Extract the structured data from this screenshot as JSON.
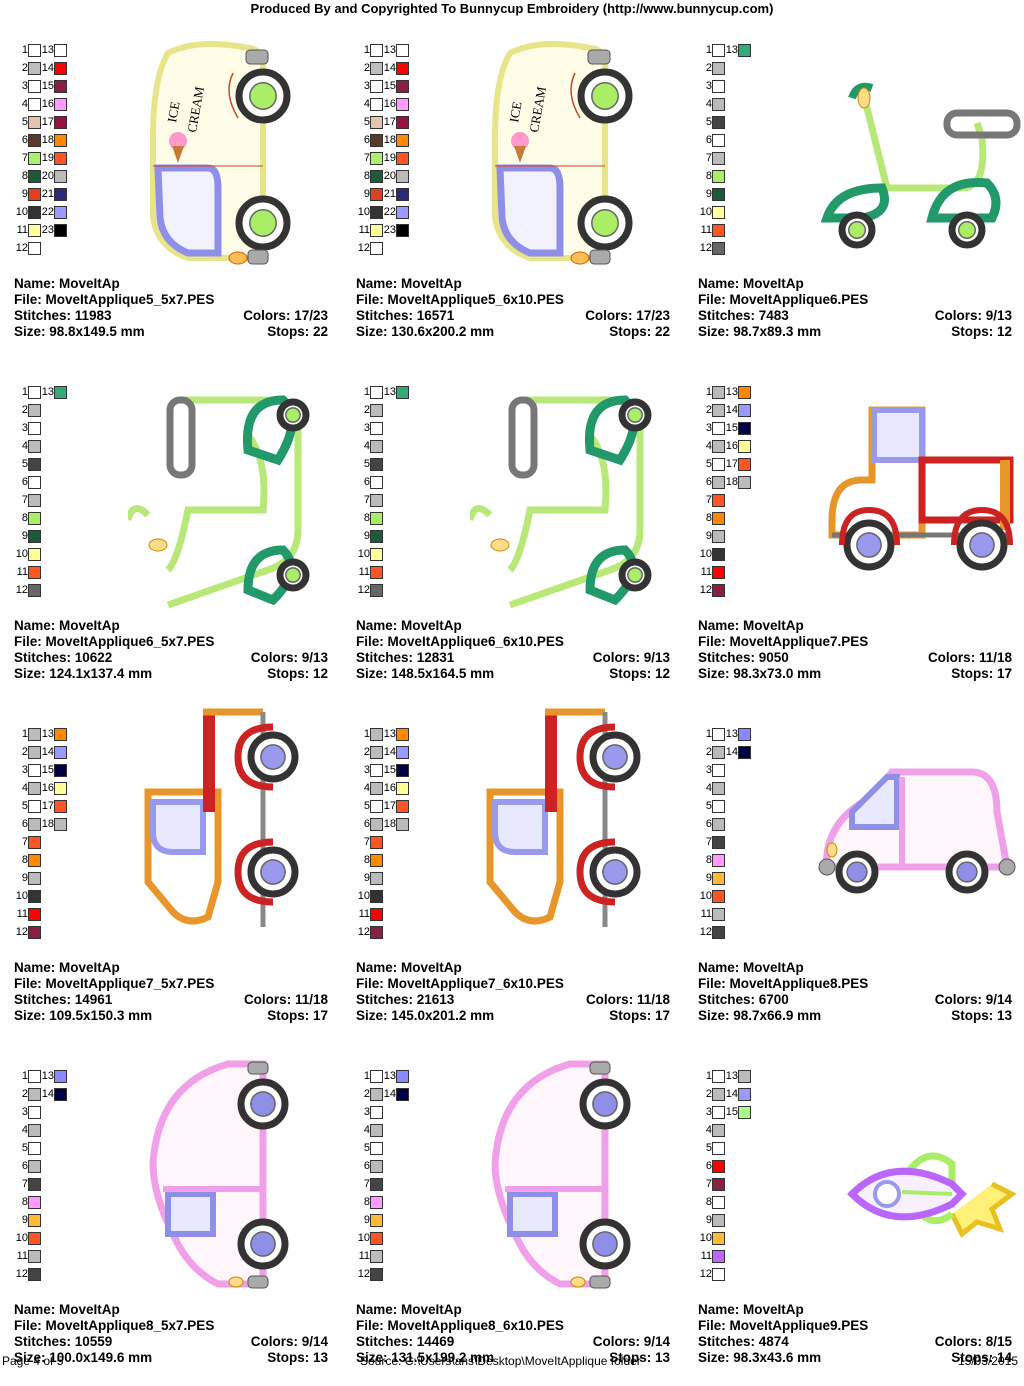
{
  "header": "Produced By and Copyrighted To Bunnycup Embroidery (http://www.bunnycup.com)",
  "labels": {
    "name": "Name: ",
    "file": "File: ",
    "stitches": "Stitches: ",
    "colors": "Colors: ",
    "size": "Size: ",
    "stops": "Stops: "
  },
  "footer": {
    "page": "Page 4 of 5",
    "source": "Source: C:\\Users\\ans\\Desktop\\MoveItApplique folder",
    "date": "15/03/2015"
  },
  "palettes": {
    "A": [
      "#ffffff",
      "#bdbdbd",
      "#ffffff",
      "#ffffff",
      "#e4c4b0",
      "#5a3a2a",
      "#aaf070",
      "#1a5c3a",
      "#e04020",
      "#333333",
      "#ffff99",
      "#ffffff",
      "#ffffff",
      "#ff0000",
      "#8a2040",
      "#ff99ff",
      "#9a1040",
      "#ff8800",
      "#ff5522",
      "#bbbbbb",
      "#2a2a7a",
      "#9999ff",
      "#000000"
    ],
    "B": [
      "#ffffff",
      "#bbbbbb",
      "#ffffff",
      "#bbbbbb",
      "#444444",
      "#ffffff",
      "#bbbbbb",
      "#aaee66",
      "#1a5c3a",
      "#ffff99",
      "#ff5522",
      "#666666",
      "#33aa77"
    ],
    "C": [
      "#bbbbbb",
      "#bbbbbb",
      "#ffffff",
      "#bbbbbb",
      "#ffffff",
      "#bbbbbb",
      "#ff5522",
      "#ff8800",
      "#bbbbbb",
      "#333333",
      "#ff0000",
      "#8a2040",
      "#ff8800",
      "#9999ff",
      "#000044",
      "#ffff99",
      "#ff5522",
      "#bbbbbb"
    ],
    "D": [
      "#ffffff",
      "#bbbbbb",
      "#ffffff",
      "#bbbbbb",
      "#ffffff",
      "#bbbbbb",
      "#444444",
      "#ff99ff",
      "#ffbb33",
      "#ff5522",
      "#bbbbbb",
      "#444444",
      "#8888ff",
      "#000044"
    ],
    "E": [
      "#ffffff",
      "#bbbbbb",
      "#ffffff",
      "#bbbbbb",
      "#ffffff",
      "#ff0000",
      "#8a2040",
      "#ffffff",
      "#bbbbbb",
      "#ffbb33",
      "#bb66ff",
      "#ffffff",
      "#bbbbbb",
      "#9999ff",
      "#aaff88"
    ]
  },
  "designs": [
    {
      "name": "MoveItAp",
      "file": "MoveItApplique5_5x7.PES",
      "stitches": "11983",
      "colors": "17/23",
      "size": "98.8x149.5 mm",
      "stops": "22",
      "palette": "A",
      "count": 23
    },
    {
      "name": "MoveItAp",
      "file": "MoveItApplique5_6x10.PES",
      "stitches": "16571",
      "colors": "17/23",
      "size": "130.6x200.2 mm",
      "stops": "22",
      "palette": "A",
      "count": 23
    },
    {
      "name": "MoveItAp",
      "file": "MoveItApplique6.PES",
      "stitches": "7483",
      "colors": "9/13",
      "size": "98.7x89.3 mm",
      "stops": "12",
      "palette": "B",
      "count": 13
    },
    {
      "name": "MoveItAp",
      "file": "MoveItApplique6_5x7.PES",
      "stitches": "10622",
      "colors": "9/13",
      "size": "124.1x137.4 mm",
      "stops": "12",
      "palette": "B",
      "count": 13
    },
    {
      "name": "MoveItAp",
      "file": "MoveItApplique6_6x10.PES",
      "stitches": "12831",
      "colors": "9/13",
      "size": "148.5x164.5 mm",
      "stops": "12",
      "palette": "B",
      "count": 13
    },
    {
      "name": "MoveItAp",
      "file": "MoveItApplique7.PES",
      "stitches": "9050",
      "colors": "11/18",
      "size": "98.3x73.0 mm",
      "stops": "17",
      "palette": "C",
      "count": 18
    },
    {
      "name": "MoveItAp",
      "file": "MoveItApplique7_5x7.PES",
      "stitches": "14961",
      "colors": "11/18",
      "size": "109.5x150.3 mm",
      "stops": "17",
      "palette": "C",
      "count": 18
    },
    {
      "name": "MoveItAp",
      "file": "MoveItApplique7_6x10.PES",
      "stitches": "21613",
      "colors": "11/18",
      "size": "145.0x201.2 mm",
      "stops": "17",
      "palette": "C",
      "count": 18
    },
    {
      "name": "MoveItAp",
      "file": "MoveItApplique8.PES",
      "stitches": "6700",
      "colors": "9/14",
      "size": "98.7x66.9 mm",
      "stops": "13",
      "palette": "D",
      "count": 14
    },
    {
      "name": "MoveItAp",
      "file": "MoveItApplique8_5x7.PES",
      "stitches": "10559",
      "colors": "9/14",
      "size": "100.0x149.6 mm",
      "stops": "13",
      "palette": "D",
      "count": 14
    },
    {
      "name": "MoveItAp",
      "file": "MoveItApplique8_6x10.PES",
      "stitches": "14469",
      "colors": "9/14",
      "size": "131.5x199.2 mm",
      "stops": "13",
      "palette": "D",
      "count": 14
    },
    {
      "name": "MoveItAp",
      "file": "MoveItApplique9.PES",
      "stitches": "4874",
      "colors": "8/15",
      "size": "98.3x43.6 mm",
      "stops": "14",
      "palette": "E",
      "count": 15
    }
  ],
  "art": [
    "ice-cream-van",
    "ice-cream-van",
    "scooter",
    "scooter-rotated",
    "scooter-rotated",
    "pickup-truck",
    "pickup-truck-rotated",
    "pickup-truck-rotated",
    "small-car",
    "small-car-rotated",
    "small-car-rotated",
    "rocket"
  ],
  "ice_cream_text": [
    "ICE",
    "CREAM"
  ]
}
